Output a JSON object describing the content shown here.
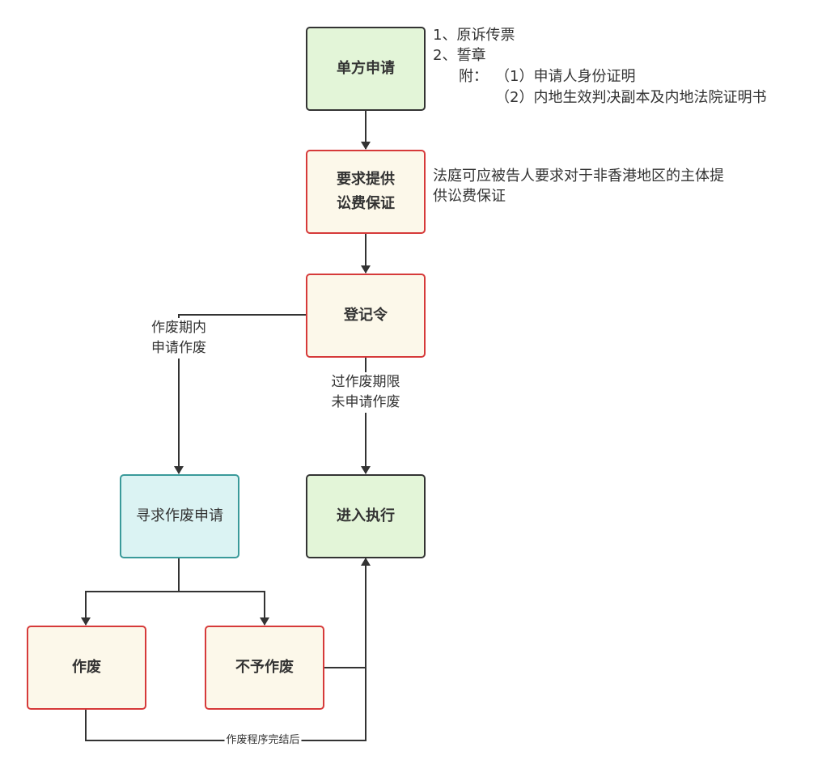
{
  "nodes": {
    "unilateral_application": "单方申请",
    "security_for_costs": "要求提供\n讼费保证",
    "registration_order": "登记令",
    "enter_enforcement": "进入执行",
    "seek_set_aside": "寻求作废申请",
    "set_aside": "作废",
    "not_set_aside": "不予作废"
  },
  "notes": {
    "documents": [
      "1、原诉传票",
      "2、誓章"
    ],
    "attachment_label": "附：",
    "attachments": [
      "（1）申请人身份证明",
      "（2）内地生效判决副本及内地法院证明书"
    ],
    "security_note": [
      "法庭可应被告人要求对于非香港地区的主体提",
      "供讼费保证"
    ]
  },
  "edge_labels": {
    "within_period": [
      "作废期内",
      "申请作废"
    ],
    "past_period": [
      "过作废期限",
      "未申请作废"
    ],
    "after_procedure": "作废程序完结后"
  }
}
